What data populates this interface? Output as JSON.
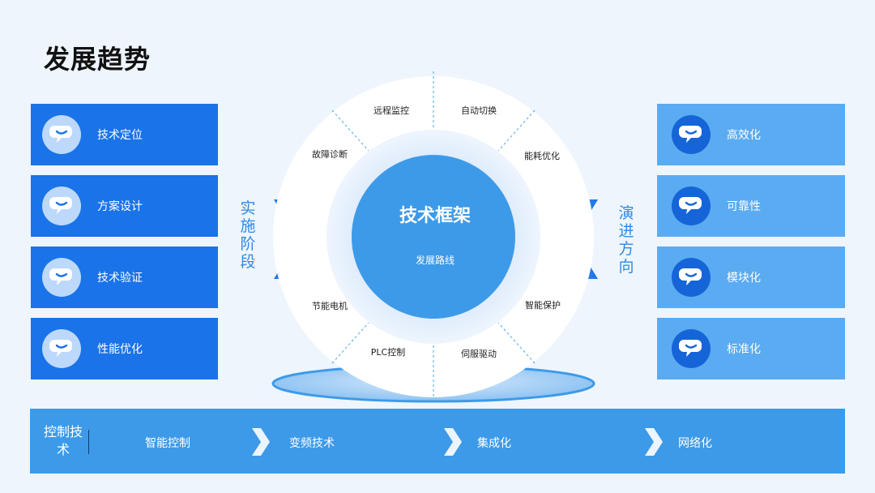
{
  "title": "发展趋势",
  "left_cards": [
    {
      "label": "技术定位"
    },
    {
      "label": "方案设计"
    },
    {
      "label": "技术验证"
    },
    {
      "label": "性能优化"
    }
  ],
  "right_cards": [
    {
      "label": "高效化"
    },
    {
      "label": "可靠性"
    },
    {
      "label": "模块化"
    },
    {
      "label": "标准化"
    }
  ],
  "left_vertical_label": "实施阶段",
  "right_vertical_label": "演进方向",
  "center": {
    "title": "技术框架",
    "subtitle": "发展路线",
    "segments": [
      "远程监控",
      "自动切换",
      "能耗优化",
      "智能保护",
      "伺服驱动",
      "PLC控制",
      "节能电机",
      "故障诊断"
    ]
  },
  "bottom_bar": {
    "category": "控制技术",
    "items": [
      "智能控制",
      "变频技术",
      "集成化",
      "网络化"
    ]
  },
  "colors": {
    "left_card": "#1a73e8",
    "right_card": "#5aabf1",
    "center_circle": "#3d9ae8",
    "bottom_bar": "#3d9ae8",
    "accent_text": "#2f8ae4"
  }
}
